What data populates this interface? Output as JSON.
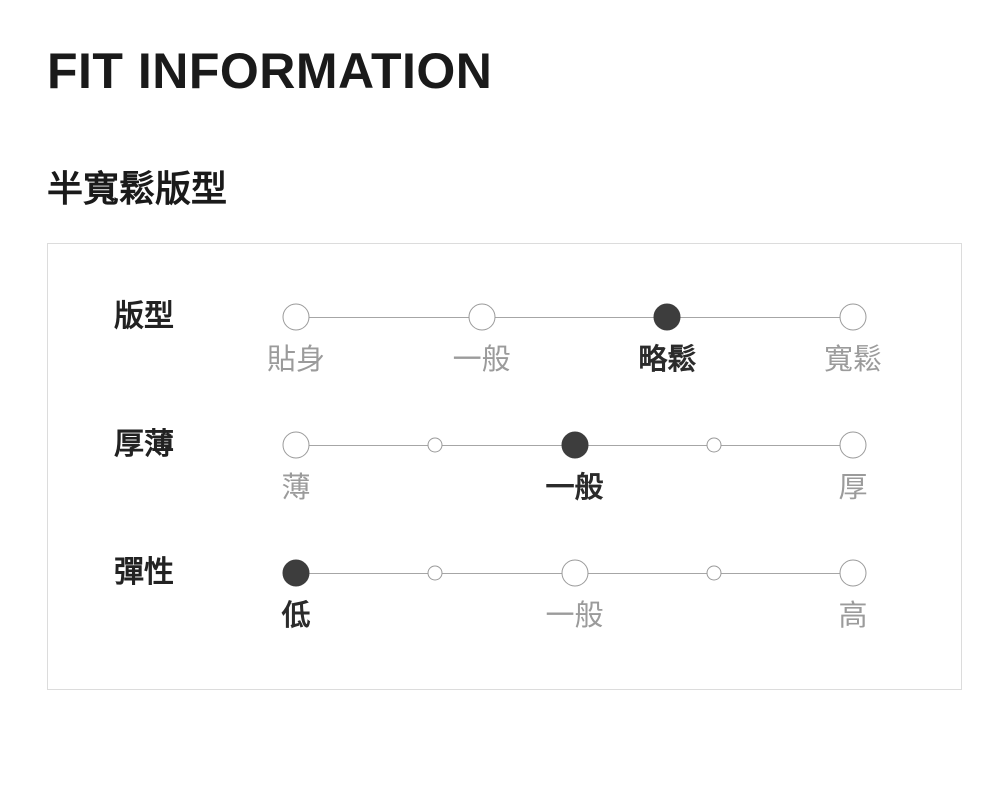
{
  "page": {
    "title": "FIT INFORMATION",
    "subtitle": "半寬鬆版型"
  },
  "fit_panel": {
    "rows": [
      {
        "label": "版型",
        "points": [
          {
            "size": "large",
            "selected": false,
            "label": "貼身"
          },
          {
            "size": "large",
            "selected": false,
            "label": "一般"
          },
          {
            "size": "large",
            "selected": true,
            "label": "略鬆"
          },
          {
            "size": "large",
            "selected": false,
            "label": "寬鬆"
          }
        ]
      },
      {
        "label": "厚薄",
        "points": [
          {
            "size": "large",
            "selected": false,
            "label": "薄"
          },
          {
            "size": "small",
            "selected": false,
            "label": ""
          },
          {
            "size": "large",
            "selected": true,
            "label": "一般"
          },
          {
            "size": "small",
            "selected": false,
            "label": ""
          },
          {
            "size": "large",
            "selected": false,
            "label": "厚"
          }
        ]
      },
      {
        "label": "彈性",
        "points": [
          {
            "size": "large",
            "selected": true,
            "label": "低"
          },
          {
            "size": "small",
            "selected": false,
            "label": ""
          },
          {
            "size": "large",
            "selected": false,
            "label": "一般"
          },
          {
            "size": "small",
            "selected": false,
            "label": ""
          },
          {
            "size": "large",
            "selected": false,
            "label": "高"
          }
        ]
      }
    ]
  },
  "colors": {
    "selected": "#3d3d3d",
    "line": "#a6a6a6",
    "circle_border": "#9a9a9a",
    "label_gray": "#9b9b9b",
    "label_dark": "#2b2b2b",
    "box_border": "#dcdcdc",
    "heading": "#1a1a1a"
  }
}
